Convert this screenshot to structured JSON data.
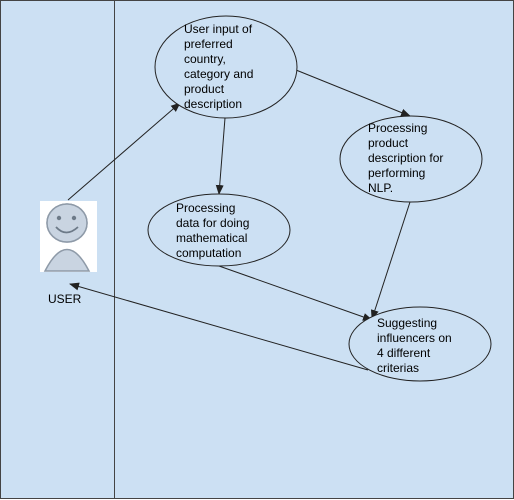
{
  "actor": {
    "label": "USER",
    "icon": "user-avatar-icon"
  },
  "nodes": {
    "input": "User input of\npreferred\ncountry,\ncategory and\nproduct\ndescription",
    "nlp": "Processing\nproduct\ndescription for\nperforming\nNLP.",
    "math": "Processing\ndata for doing\nmathematical\ncomputation",
    "suggest": "Suggesting\ninfluencers on\n4 different\ncriterias"
  },
  "colors": {
    "lane_fill": "#cce0f3",
    "stroke": "#222222",
    "ellipse_fill": "#cce0f3"
  }
}
